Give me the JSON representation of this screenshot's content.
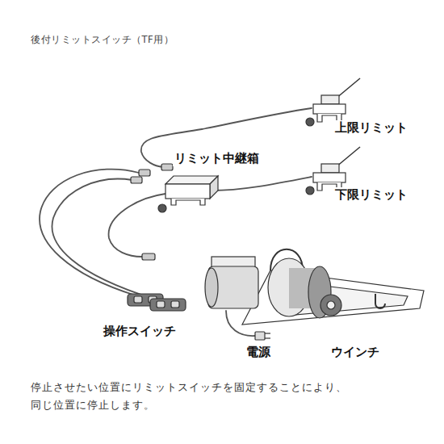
{
  "diagram": {
    "title": "後付リミットスイッチ（TF用）",
    "caption": "停止させたい位置にリミットスイッチを固定することにより、 同じ位置に停止します。",
    "labels": [
      "上限リミット",
      "リミット中継箱",
      "下限リミット",
      "操作スイッチ",
      "電源",
      "ウインチ"
    ]
  }
}
